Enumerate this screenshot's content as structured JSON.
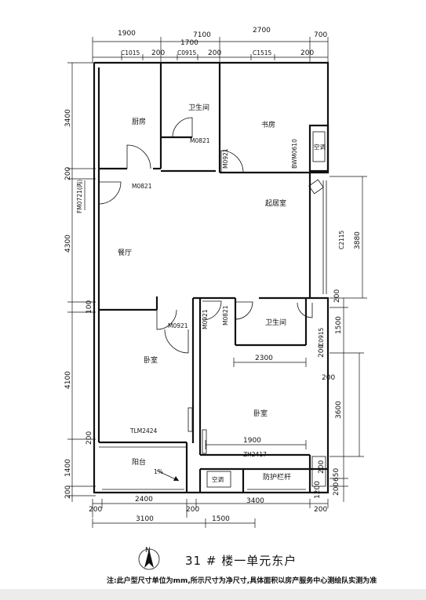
{
  "plan": {
    "title": "31 # 楼一单元东户",
    "north": "N",
    "note": "注:此户型尺寸单位为mm,所示尺寸为净尺寸,具体面积以房产服务中心测绘队实测为准",
    "rooms": {
      "kitchen": "厨房",
      "bath1": "卫生间",
      "study": "书房",
      "living": "起居室",
      "dining": "餐厅",
      "bath2": "卫生间",
      "bed1": "卧室",
      "bed2": "卧室",
      "balcony": "阳台",
      "ac1": "空调",
      "ac2": "空调",
      "balcony2": "防护栏杆"
    },
    "codes": {
      "c1015": "C1015",
      "c0915": "C0915",
      "c1515": "C1515",
      "m0821a": "M0821",
      "m0921a": "M0921",
      "bw": "BWM0610",
      "m0821b": "M0821",
      "fm": "FM0721(丙)",
      "c2115": "C2115",
      "m0921b": "M0921",
      "m0921c": "M0921",
      "m0821c": "M0821",
      "c0915b": "C0915",
      "tlm": "TLM2424",
      "zh": "ZH2417",
      "slope": "1%"
    },
    "dims": {
      "top_1900": "1900",
      "top_1700": "1700",
      "top_7100": "7100",
      "top_2700": "2700",
      "top_700": "700",
      "top_200a": "200",
      "top_200b": "200",
      "top_200c": "200",
      "left_3400": "3400",
      "left_200a": "200",
      "left_4300": "4300",
      "left_100": "100",
      "left_4100": "4100",
      "left_1400": "1400",
      "left_200b": "200",
      "left_200c": "200",
      "r_3880": "3880",
      "r_200a": "200",
      "r_1500": "1500",
      "r_200b": "200",
      "r_3600": "3600",
      "r_200c": "200",
      "r_1200": "1200",
      "r_650": "650",
      "r_200d": "200",
      "in_2300": "2300",
      "in_1900": "1900",
      "in_200": "200",
      "b_2400": "2400",
      "b_3400": "3400",
      "b_200a": "200",
      "b_200b": "200",
      "b_3100": "3100",
      "b_1500": "1500",
      "b_200c": "200"
    }
  }
}
